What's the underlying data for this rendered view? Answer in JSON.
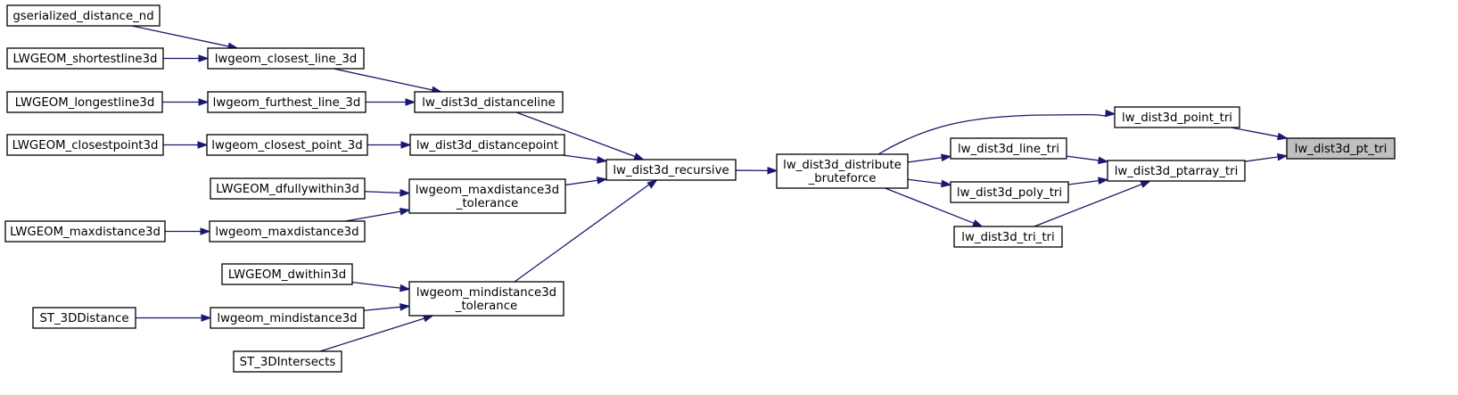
{
  "graph": {
    "nodes": {
      "gserialized_distance_nd": {
        "lines": [
          "gserialized_distance_nd"
        ]
      },
      "LWGEOM_shortestline3d": {
        "lines": [
          "LWGEOM_shortestline3d"
        ]
      },
      "LWGEOM_longestline3d": {
        "lines": [
          "LWGEOM_longestline3d"
        ]
      },
      "LWGEOM_closestpoint3d": {
        "lines": [
          "LWGEOM_closestpoint3d"
        ]
      },
      "LWGEOM_dfullywithin3d": {
        "lines": [
          "LWGEOM_dfullywithin3d"
        ]
      },
      "LWGEOM_maxdistance3d": {
        "lines": [
          "LWGEOM_maxdistance3d"
        ]
      },
      "LWGEOM_dwithin3d": {
        "lines": [
          "LWGEOM_dwithin3d"
        ]
      },
      "ST_3DDistance": {
        "lines": [
          "ST_3DDistance"
        ]
      },
      "ST_3DIntersects": {
        "lines": [
          "ST_3DIntersects"
        ]
      },
      "lwgeom_closest_line_3d": {
        "lines": [
          "lwgeom_closest_line_3d"
        ]
      },
      "lwgeom_furthest_line_3d": {
        "lines": [
          "lwgeom_furthest_line_3d"
        ]
      },
      "lwgeom_closest_point_3d": {
        "lines": [
          "lwgeom_closest_point_3d"
        ]
      },
      "lwgeom_maxdistance3d": {
        "lines": [
          "lwgeom_maxdistance3d"
        ]
      },
      "lwgeom_mindistance3d": {
        "lines": [
          "lwgeom_mindistance3d"
        ]
      },
      "lw_dist3d_distanceline": {
        "lines": [
          "lw_dist3d_distanceline"
        ]
      },
      "lw_dist3d_distancepoint": {
        "lines": [
          "lw_dist3d_distancepoint"
        ]
      },
      "lwgeom_maxdistance3d_tolerance": {
        "lines": [
          "lwgeom_maxdistance3d",
          "_tolerance"
        ]
      },
      "lwgeom_mindistance3d_tolerance": {
        "lines": [
          "lwgeom_mindistance3d",
          "_tolerance"
        ]
      },
      "lw_dist3d_recursive": {
        "lines": [
          "lw_dist3d_recursive"
        ]
      },
      "lw_dist3d_distribute_bruteforce": {
        "lines": [
          "lw_dist3d_distribute",
          "_bruteforce"
        ]
      },
      "lw_dist3d_line_tri": {
        "lines": [
          "lw_dist3d_line_tri"
        ]
      },
      "lw_dist3d_poly_tri": {
        "lines": [
          "lw_dist3d_poly_tri"
        ]
      },
      "lw_dist3d_tri_tri": {
        "lines": [
          "lw_dist3d_tri_tri"
        ]
      },
      "lw_dist3d_point_tri": {
        "lines": [
          "lw_dist3d_point_tri"
        ]
      },
      "lw_dist3d_ptarray_tri": {
        "lines": [
          "lw_dist3d_ptarray_tri"
        ]
      },
      "lw_dist3d_pt_tri": {
        "lines": [
          "lw_dist3d_pt_tri"
        ],
        "highlighted": true
      }
    },
    "edges": [
      [
        "gserialized_distance_nd",
        "lwgeom_closest_line_3d"
      ],
      [
        "LWGEOM_shortestline3d",
        "lwgeom_closest_line_3d"
      ],
      [
        "LWGEOM_longestline3d",
        "lwgeom_furthest_line_3d"
      ],
      [
        "LWGEOM_closestpoint3d",
        "lwgeom_closest_point_3d"
      ],
      [
        "LWGEOM_dfullywithin3d",
        "lwgeom_maxdistance3d_tolerance"
      ],
      [
        "LWGEOM_maxdistance3d",
        "lwgeom_maxdistance3d"
      ],
      [
        "LWGEOM_dwithin3d",
        "lwgeom_mindistance3d_tolerance"
      ],
      [
        "ST_3DDistance",
        "lwgeom_mindistance3d"
      ],
      [
        "ST_3DIntersects",
        "lwgeom_mindistance3d_tolerance"
      ],
      [
        "lwgeom_closest_line_3d",
        "lw_dist3d_distanceline"
      ],
      [
        "lwgeom_furthest_line_3d",
        "lw_dist3d_distanceline"
      ],
      [
        "lwgeom_closest_point_3d",
        "lw_dist3d_distancepoint"
      ],
      [
        "lwgeom_maxdistance3d",
        "lwgeom_maxdistance3d_tolerance"
      ],
      [
        "lwgeom_mindistance3d",
        "lwgeom_mindistance3d_tolerance"
      ],
      [
        "lw_dist3d_distanceline",
        "lw_dist3d_recursive"
      ],
      [
        "lw_dist3d_distancepoint",
        "lw_dist3d_recursive"
      ],
      [
        "lwgeom_maxdistance3d_tolerance",
        "lw_dist3d_recursive"
      ],
      [
        "lwgeom_mindistance3d_tolerance",
        "lw_dist3d_recursive"
      ],
      [
        "lw_dist3d_recursive",
        "lw_dist3d_distribute_bruteforce"
      ],
      [
        "lw_dist3d_distribute_bruteforce",
        "lw_dist3d_point_tri"
      ],
      [
        "lw_dist3d_distribute_bruteforce",
        "lw_dist3d_line_tri"
      ],
      [
        "lw_dist3d_distribute_bruteforce",
        "lw_dist3d_poly_tri"
      ],
      [
        "lw_dist3d_distribute_bruteforce",
        "lw_dist3d_tri_tri"
      ],
      [
        "lw_dist3d_line_tri",
        "lw_dist3d_ptarray_tri"
      ],
      [
        "lw_dist3d_poly_tri",
        "lw_dist3d_ptarray_tri"
      ],
      [
        "lw_dist3d_tri_tri",
        "lw_dist3d_ptarray_tri"
      ],
      [
        "lw_dist3d_point_tri",
        "lw_dist3d_pt_tri"
      ],
      [
        "lw_dist3d_ptarray_tri",
        "lw_dist3d_pt_tri"
      ]
    ],
    "colors": {
      "edge": "#191970",
      "node_border": "#000000",
      "node_fill": "#ffffff",
      "highlight_fill": "#bfbfbf"
    }
  }
}
